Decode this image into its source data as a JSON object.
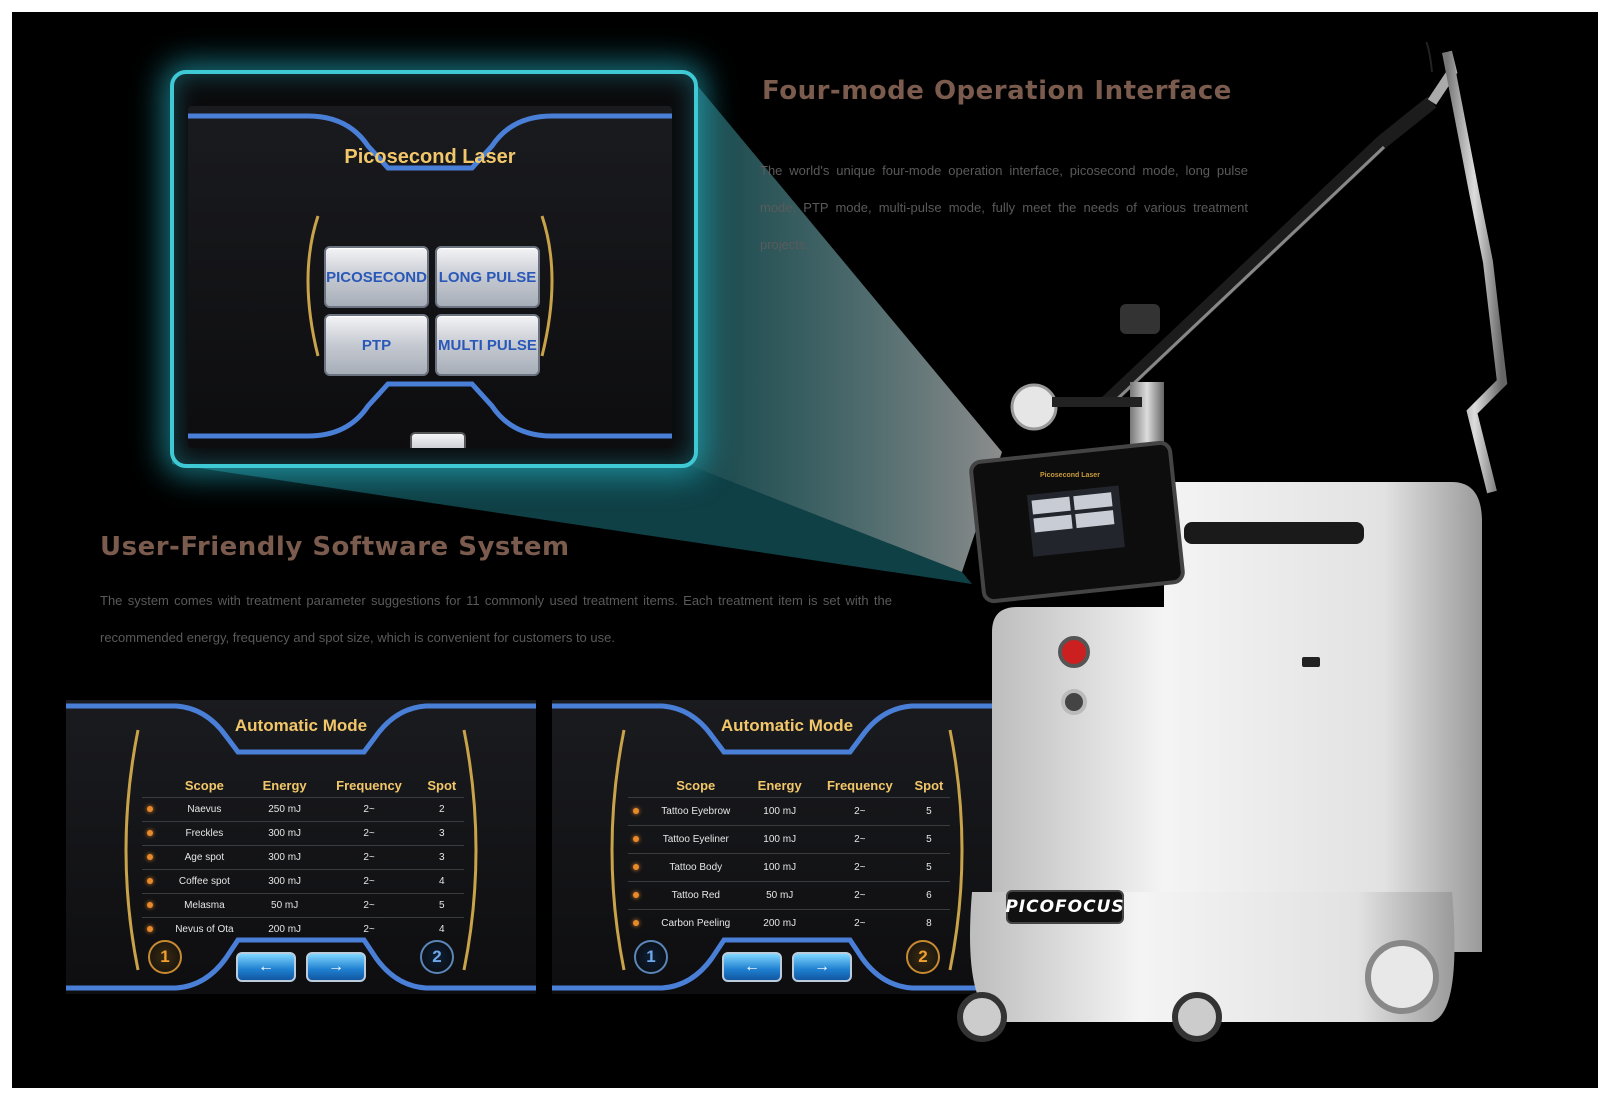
{
  "four_mode": {
    "heading": "Four-mode Operation Interface",
    "description": "The world's unique four-mode operation interface, picosecond mode, long pulse mode, PTP mode, multi-pulse mode, fully meet the needs of various treatment projects."
  },
  "main_screen": {
    "title": "Picosecond Laser",
    "modes": [
      "PICOSECOND",
      "LONG PULSE",
      "PTP",
      "MULTI PULSE"
    ],
    "next_icon": "arrow-right-icon"
  },
  "software": {
    "heading": "User-Friendly Software System",
    "description": "The system comes with treatment parameter suggestions for 11 commonly used treatment items. Each treatment item is set with the recommended energy, frequency and spot size, which is convenient for customers to use."
  },
  "panels": [
    {
      "title": "Automatic Mode",
      "headers": [
        "Scope",
        "Energy",
        "Frequency",
        "Spot"
      ],
      "rows": [
        [
          "Naevus",
          "250 mJ",
          "2~",
          "2"
        ],
        [
          "Freckles",
          "300 mJ",
          "2~",
          "3"
        ],
        [
          "Age spot",
          "300 mJ",
          "2~",
          "3"
        ],
        [
          "Coffee spot",
          "300 mJ",
          "2~",
          "4"
        ],
        [
          "Melasma",
          "50 mJ",
          "2~",
          "5"
        ],
        [
          "Nevus of Ota",
          "200 mJ",
          "2~",
          "4"
        ]
      ],
      "page_left": "1",
      "page_right": "2"
    },
    {
      "title": "Automatic Mode",
      "headers": [
        "Scope",
        "Energy",
        "Frequency",
        "Spot"
      ],
      "rows": [
        [
          "Tattoo Eyebrow",
          "100 mJ",
          "2~",
          "5"
        ],
        [
          "Tattoo Eyeliner",
          "100 mJ",
          "2~",
          "5"
        ],
        [
          "Tattoo Body",
          "100 mJ",
          "2~",
          "5"
        ],
        [
          "Tattoo Red",
          "50 mJ",
          "2~",
          "6"
        ],
        [
          "Carbon Peeling",
          "200 mJ",
          "2~",
          "8"
        ]
      ],
      "page_left": "1",
      "page_right": "2"
    }
  ],
  "machine": {
    "brand": "PICOFOCUS",
    "screen_title": "Picosecond Laser"
  },
  "colors": {
    "heading": "#7a5b4d",
    "screen_glow": "#3ec9d4",
    "title_gold": "#f2c76a",
    "button_blue": "#2a58b8"
  }
}
